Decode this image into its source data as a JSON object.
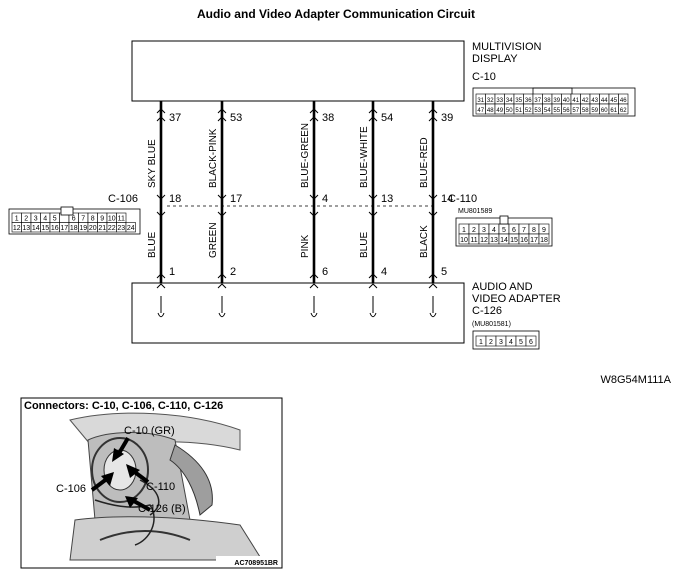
{
  "title": "Audio and Video Adapter Communication Circuit",
  "multivision": {
    "name_line1": "MULTIVISION",
    "name_line2": "DISPLAY",
    "connector": "C-10",
    "pins_top": [
      "31",
      "32",
      "33",
      "34",
      "35",
      "36",
      "37",
      "38",
      "39",
      "40",
      "41",
      "42",
      "43",
      "44",
      "45",
      "46"
    ],
    "pins_bottom": [
      "47",
      "48",
      "49",
      "50",
      "51",
      "52",
      "53",
      "54",
      "55",
      "56",
      "57",
      "58",
      "59",
      "60",
      "61",
      "62"
    ]
  },
  "adapter": {
    "name_line1": "AUDIO AND",
    "name_line2": "VIDEO ADAPTER",
    "connector": "C-126",
    "part": "(MU801581)",
    "pins": [
      "1",
      "2",
      "3",
      "4",
      "5",
      "6"
    ]
  },
  "c106": {
    "label": "C-106",
    "pins_top": [
      "1",
      "2",
      "3",
      "4",
      "5",
      "",
      "6",
      "7",
      "8",
      "9",
      "10",
      "11"
    ],
    "pins_bottom": [
      "12",
      "13",
      "14",
      "15",
      "16",
      "17",
      "18",
      "19",
      "20",
      "21",
      "22",
      "23",
      "24"
    ]
  },
  "c110": {
    "label": "C-110",
    "part": "MU801589",
    "pins_top": [
      "1",
      "2",
      "3",
      "4",
      "5",
      "6",
      "7",
      "8",
      "9"
    ],
    "pins_bottom": [
      "10",
      "11",
      "12",
      "13",
      "14",
      "15",
      "16",
      "17",
      "18"
    ]
  },
  "wires": [
    {
      "top_pin": "37",
      "top_color": "SKY BLUE",
      "mid_pin": "18",
      "bottom_color": "BLUE",
      "bottom_pin": "1"
    },
    {
      "top_pin": "53",
      "top_color": "BLACK-PINK",
      "mid_pin": "17",
      "bottom_color": "GREEN",
      "bottom_pin": "2"
    },
    {
      "top_pin": "38",
      "top_color": "BLUE-GREEN",
      "mid_pin": "4",
      "bottom_color": "PINK",
      "bottom_pin": "6"
    },
    {
      "top_pin": "54",
      "top_color": "BLUE-WHITE",
      "mid_pin": "13",
      "bottom_color": "BLUE",
      "bottom_pin": "4"
    },
    {
      "top_pin": "39",
      "top_color": "BLUE-RED",
      "mid_pin": "14",
      "bottom_color": "BLACK",
      "bottom_pin": "5"
    }
  ],
  "diagram_code": "W8G54M111A",
  "photo": {
    "heading": "Connectors: C-10, C-106, C-110, C-126",
    "callouts": [
      "C-10 (GR)",
      "C-106",
      "C-110",
      "C-126 (B)"
    ],
    "code": "AC708951BR"
  }
}
